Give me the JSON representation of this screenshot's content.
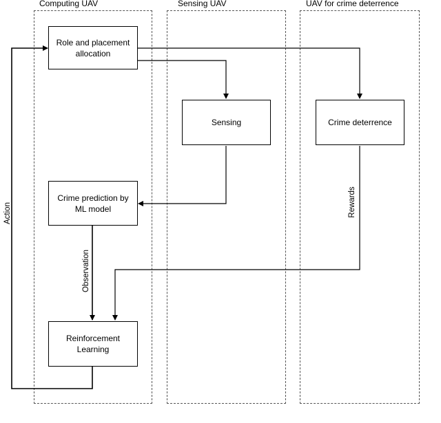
{
  "lanes": {
    "computing": {
      "title": "Computing UAV"
    },
    "sensing": {
      "title": "Sensing UAV"
    },
    "deterrence": {
      "title": "UAV for crime deterrence"
    }
  },
  "nodes": {
    "role_allocation": {
      "label": "Role and placement allocation"
    },
    "sensing": {
      "label": "Sensing"
    },
    "crime_deterrence": {
      "label": "Crime deterrence"
    },
    "crime_prediction": {
      "label": "Crime prediction by ML model"
    },
    "reinforcement_learning": {
      "label": "Reinforcement Learning"
    }
  },
  "edge_labels": {
    "action": "Action",
    "observation": "Observation",
    "rewards": "Rewards"
  },
  "colors": {
    "line": "#000000",
    "lane_border": "#555555"
  }
}
